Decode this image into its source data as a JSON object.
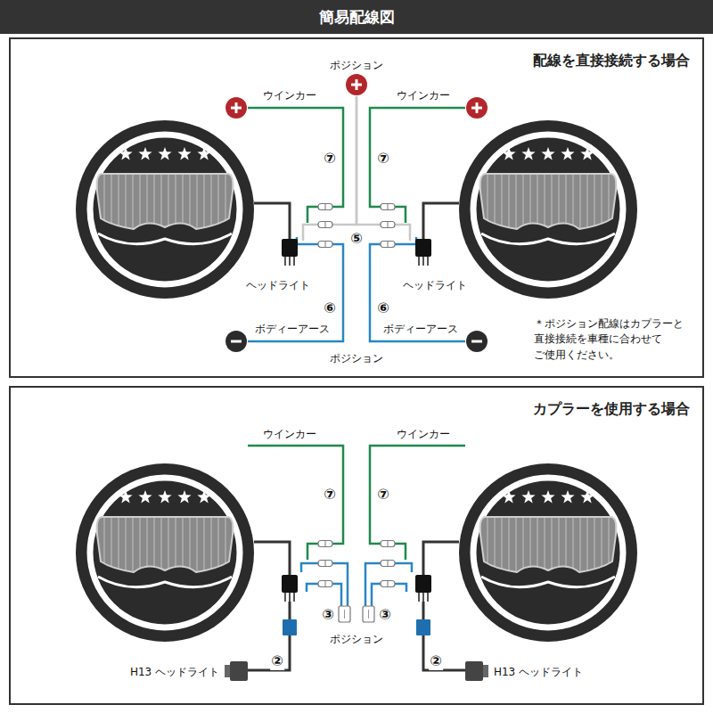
{
  "diagram": {
    "title": "簡易配線図",
    "nodes": [
      {
        "text": [
          "配線を直接接続する場合"
        ]
      },
      {
        "text": [
          "カプラーを使用する場合"
        ]
      }
    ],
    "labels": [
      "ポジション",
      "ウインカー",
      "ウインカー",
      "⑦",
      "⑦",
      "⑤",
      "ヘッドライト",
      "ヘッドライト",
      "⑥",
      "⑥",
      "ボディーアース",
      "ボディーアース",
      "ポジション",
      "＊ポジション配線はカプラーと 直接接続を車種に合わせて ご使用ください。",
      "ウインカー",
      "ウインカー",
      "⑦",
      "⑦",
      "③",
      "③",
      "ポジション",
      "②",
      "②",
      "H13 ヘッドライト",
      "H13 ヘッドライト"
    ]
  }
}
